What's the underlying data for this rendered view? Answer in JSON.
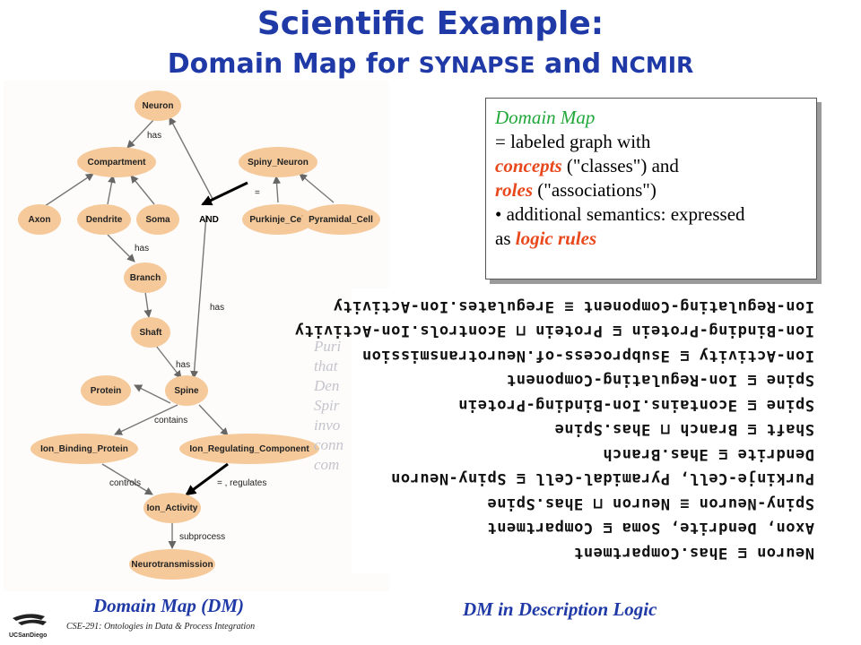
{
  "title": {
    "line1": "Scientific Example:",
    "line2_prefix": "Domain Map for ",
    "line2_synapse": "SYNAPSE",
    "line2_and": " and ",
    "line2_ncmir": "NCMIR"
  },
  "graph": {
    "nodes": [
      "Neuron",
      "Compartment",
      "Spiny_Neuron",
      "Axon",
      "Dendrite",
      "Soma",
      "AND",
      "Purkinje_Cell",
      "Pyramidal_Cell",
      "Branch",
      "Shaft",
      "Protein",
      "Spine",
      "Ion_Binding_Protein",
      "Ion_Regulating_Component",
      "Ion_Activity",
      "Neurotransmission"
    ],
    "edge_labels": [
      "has",
      "has",
      "has",
      "has",
      "contains",
      "controls",
      "=",
      "= , regulates",
      "subprocess"
    ]
  },
  "ghost_text": [
    "Puri",
    "that",
    "Den",
    "Spir",
    "invo",
    "conn",
    "com"
  ],
  "domain_map_box": {
    "heading": "Domain Map",
    "line1": "= labeled graph with",
    "concepts_term": "concepts",
    "concepts_rest": " (\"classes\") and",
    "roles_term": "roles",
    "roles_rest": " (\"associations\")",
    "bullet": "• additional semantics: expressed",
    "logic_prefix": "as ",
    "logic_term": "logic rules"
  },
  "description_logic": {
    "lines": [
      "Neuron ⊑ ∃has.Compartment",
      "Axon, Dendrite, Soma ⊑ Compartment",
      "Spiny-Neuron ≡ Neuron ⊓ ∃has.Spine",
      "Purkinje-Cell, Pyramidal-Cell ⊑ Spiny-Neuron",
      "Dendrite ⊑ ∃has.Branch",
      "Shaft ⊑ Branch ⊓ ∃has.Spine",
      "Spine ⊑ ∃contains.Ion-Binding-Protein",
      "Spine ⊑ Ion-Regulating-Component",
      "Ion-Activity ⊑ ∃subprocess-of.Neurotransmission",
      "Ion-Binding-Protein ⊑ Protein ⊓ ∃controls.Ion-Activity",
      "Ion-Regulating-Component ≡ ∃regulates.Ion-Activity"
    ]
  },
  "captions": {
    "left": "Domain Map (DM)",
    "right": "DM in Description Logic"
  },
  "footer": {
    "course": "CSE-291: Ontologies in Data & Process Integration",
    "logo_text": "UCSanDiego"
  },
  "colors": {
    "title": "#1f3aa6",
    "node_fill": "#f5c99a",
    "heading_green": "#22a83a",
    "term_red": "#e8481c"
  }
}
